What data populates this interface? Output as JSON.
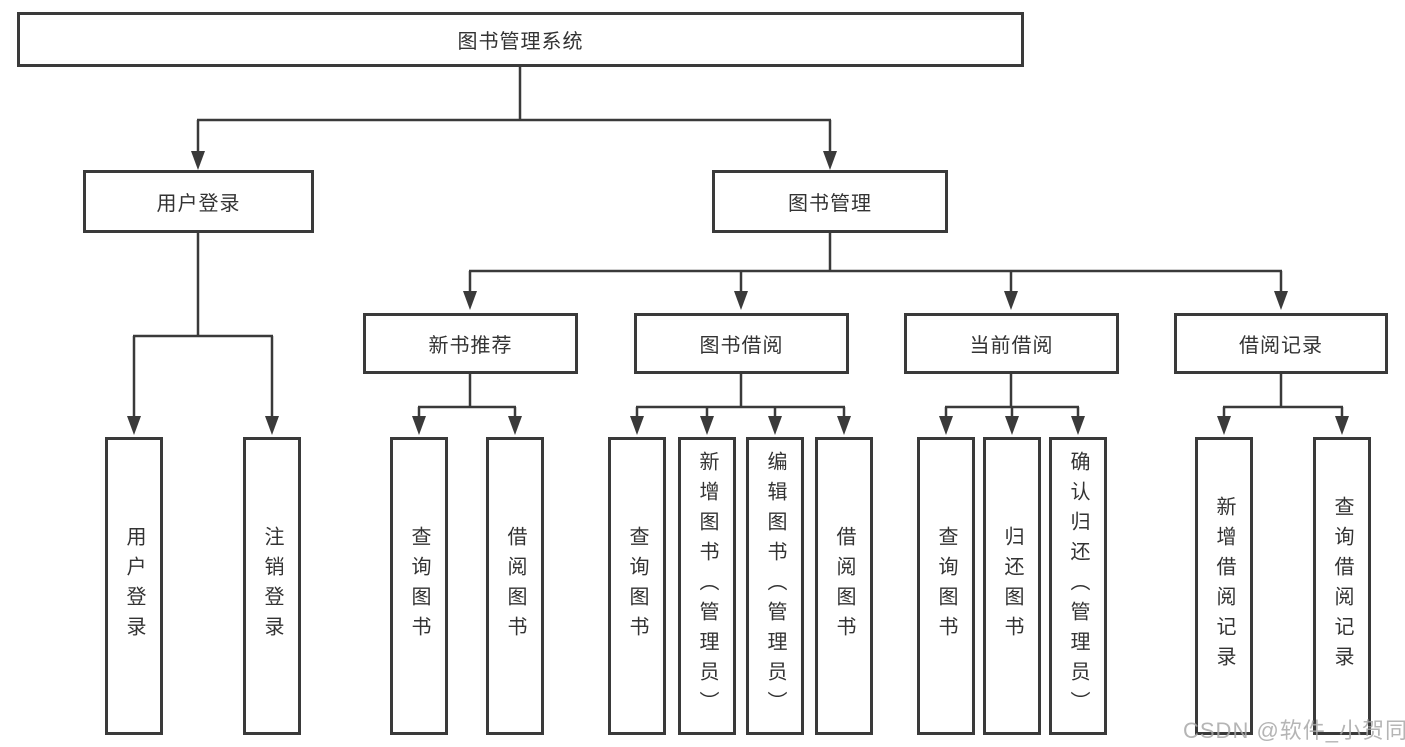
{
  "colors": {
    "line": "#3a3a3a",
    "box_border": "#3a3a3a",
    "text": "#333333",
    "background": "#ffffff",
    "watermark": "#a9a9a9"
  },
  "tree": {
    "root": "图书管理系统",
    "branches": [
      {
        "label": "用户登录",
        "children": [
          "用户登录",
          "注销登录"
        ]
      },
      {
        "label": "图书管理",
        "sections": [
          {
            "label": "新书推荐",
            "children": [
              "查询图书",
              "借阅图书"
            ]
          },
          {
            "label": "图书借阅",
            "children": [
              "查询图书",
              "新增图书（管理员）",
              "编辑图书（管理员）",
              "借阅图书"
            ]
          },
          {
            "label": "当前借阅",
            "children": [
              "查询图书",
              "归还图书",
              "确认归还（管理员）"
            ]
          },
          {
            "label": "借阅记录",
            "children": [
              "新增借阅记录",
              "查询借阅记录"
            ]
          }
        ]
      }
    ]
  },
  "watermark": {
    "text": "CSDN @软件_小贺同学"
  }
}
